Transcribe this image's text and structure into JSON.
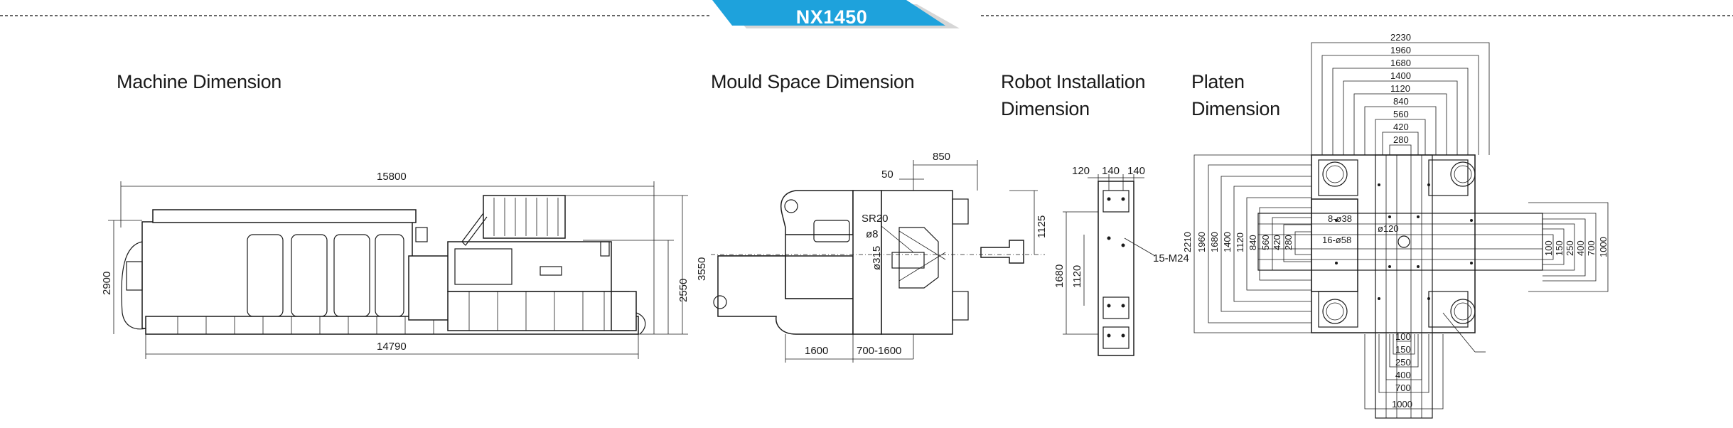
{
  "header": {
    "model": "NX1450",
    "accent": "#1ea2dc",
    "shadow": "#d6d6d6"
  },
  "sections": {
    "machine": {
      "title": "Machine Dimension"
    },
    "mould": {
      "title": "Mould Space Dimension"
    },
    "robot": {
      "title_line1": "Robot Installation",
      "title_line2": "Dimension"
    },
    "platen": {
      "title_line1": "Platen",
      "title_line2": "Dimension"
    }
  },
  "machine_dims": {
    "overall_length": "15800",
    "base_length": "14790",
    "height": "2900",
    "height_2": "3550",
    "height_3": "2550"
  },
  "mould_dims": {
    "d850": "850",
    "d50": "50",
    "sr20": "SR20",
    "phi8": "ø8",
    "phi315": "ø315",
    "d1125": "1125",
    "d1600": "1600",
    "d700_1600": "700-1600"
  },
  "robot_dims": {
    "d120": "120",
    "d140a": "140",
    "d140b": "140",
    "d1680": "1680",
    "d1120": "1120",
    "m24": "15-M24"
  },
  "platen_dims": {
    "top": [
      "2230",
      "1960",
      "1680",
      "1400",
      "1120",
      "840",
      "560",
      "420",
      "280"
    ],
    "left": [
      "2210",
      "1960",
      "1680",
      "1400",
      "1120",
      "840",
      "560",
      "420",
      "280"
    ],
    "right": [
      "100",
      "150",
      "250",
      "400",
      "700",
      "1000"
    ],
    "bottom": [
      "100",
      "150",
      "250",
      "400",
      "700",
      "1000"
    ],
    "holes_1": "8-ø38",
    "holes_2": "16-ø58",
    "center": "ø120"
  }
}
